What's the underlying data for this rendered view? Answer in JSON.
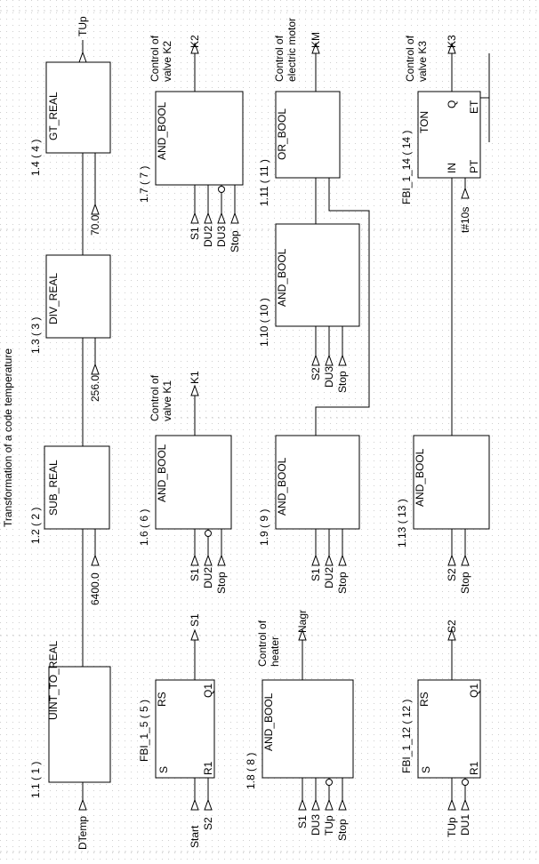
{
  "title": "Transformation of a code temperature",
  "blocks": {
    "b1": {
      "id": "1.1 ( 1 )",
      "name": "UINT_TO_REAL"
    },
    "b2": {
      "id": "1.2 ( 2 )",
      "name": "SUB_REAL"
    },
    "b3": {
      "id": "1.3 ( 3 )",
      "name": "DIV_REAL"
    },
    "b4": {
      "id": "1.4 ( 4 )",
      "name": "GT_REAL"
    },
    "b5": {
      "id": "FBI_1_5 ( 5 )",
      "name": "RS",
      "pins": [
        "S",
        "R1",
        "Q1"
      ]
    },
    "b6": {
      "id": "1.6 ( 6 )",
      "name": "AND_BOOL"
    },
    "b7": {
      "id": "1.7 ( 7 )",
      "name": "AND_BOOL"
    },
    "b8": {
      "id": "1.8 ( 8 )",
      "name": "AND_BOOL"
    },
    "b9": {
      "id": "1.9 ( 9 )",
      "name": "AND_BOOL"
    },
    "b10": {
      "id": "1.10 ( 10 )",
      "name": "AND_BOOL"
    },
    "b11": {
      "id": "1.11 ( 11 )",
      "name": "OR_BOOL"
    },
    "b12": {
      "id": "FBI_1_12 ( 12 )",
      "name": "RS",
      "pins": [
        "S",
        "R1",
        "Q1"
      ]
    },
    "b13": {
      "id": "1.13 ( 13 )",
      "name": "AND_BOOL"
    },
    "b14": {
      "id": "FBI_1_14 ( 14 )",
      "name": "TON",
      "pins": [
        "IN",
        "PT",
        "Q",
        "ET"
      ]
    }
  },
  "signals": {
    "dtemp": "DTemp",
    "c6400": "6400.0",
    "c256": "256.0",
    "c70": "70.0",
    "tup": "TUp",
    "start": "Start",
    "s1": "S1",
    "s2": "S2",
    "du1": "DU1",
    "du2": "DU2",
    "du3": "DU3",
    "stop": "Stop",
    "k1": "K1",
    "k2": "K2",
    "k3": "K3",
    "km": "KM",
    "nagr": "Nagr",
    "t10s": "t#10s"
  },
  "comments": {
    "k1": [
      "Control of",
      "valve K1"
    ],
    "k2": [
      "Control of",
      "valve K2"
    ],
    "k3": [
      "Control of",
      "valve K3"
    ],
    "km": [
      "Control of",
      "electric motor"
    ],
    "heater": [
      "Control of",
      "heater"
    ]
  }
}
